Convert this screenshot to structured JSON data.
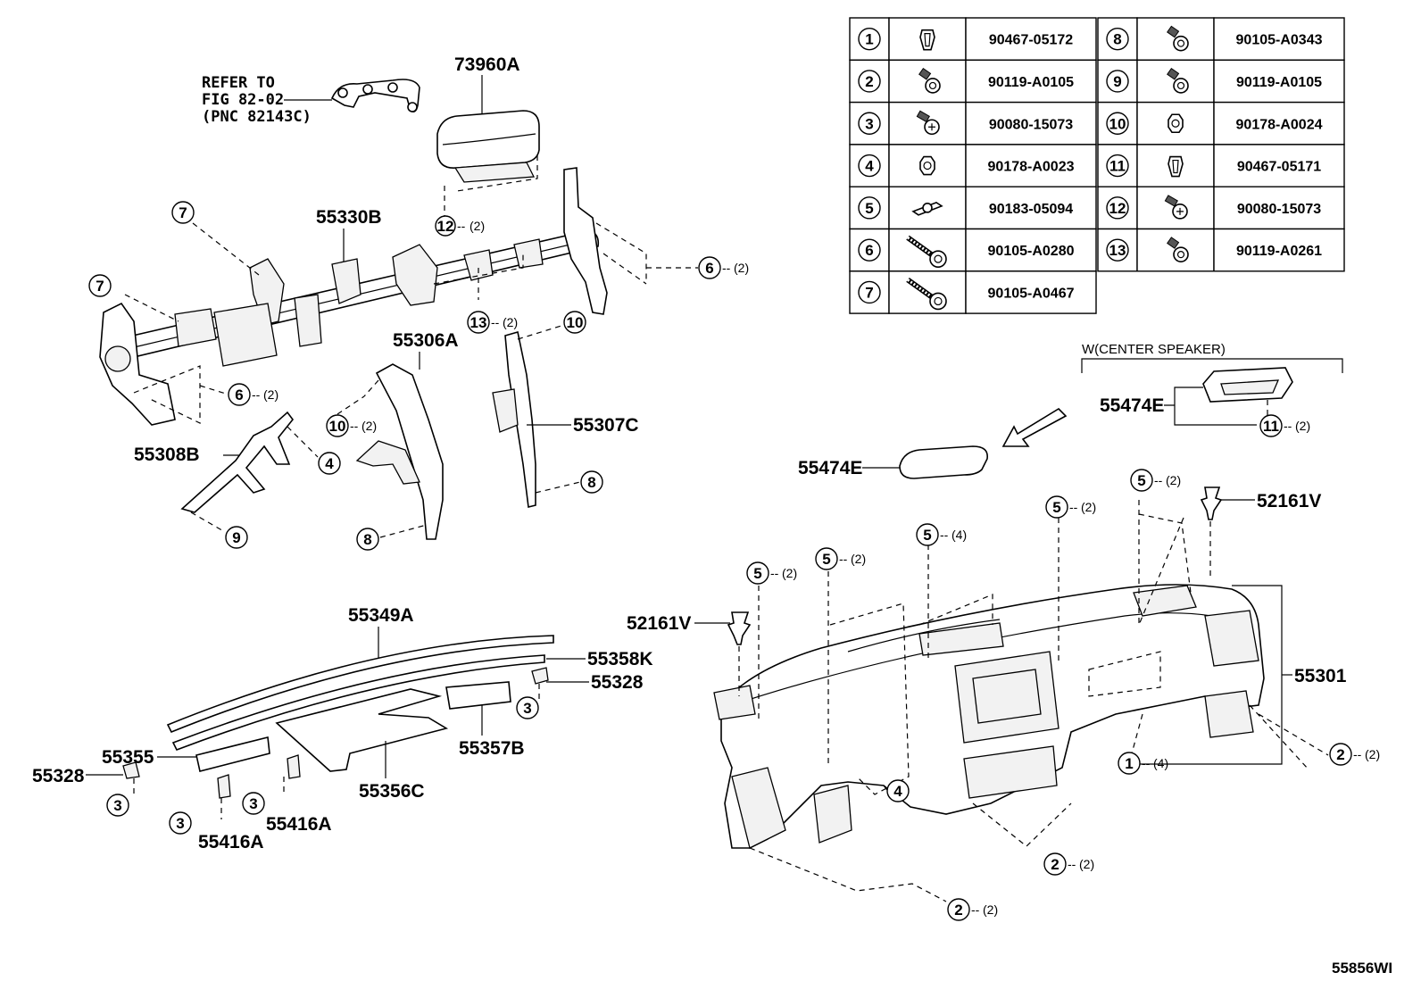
{
  "callouts": {
    "c1": "1",
    "c2": "2",
    "c3": "3",
    "c4": "4",
    "c5": "5",
    "c6": "6",
    "c7": "7",
    "c8": "8",
    "c9": "9",
    "c10": "10",
    "c11": "11",
    "c12": "12",
    "c13": "13"
  },
  "quantities": {
    "q2": "(2)",
    "q4": "(4)"
  },
  "labels": {
    "refer_line1": "REFER TO",
    "refer_line2": "FIG 82-02",
    "refer_line3": "(PNC 82143C)",
    "p73960A": "73960A",
    "p55330B": "55330B",
    "p55306A": "55306A",
    "p55307C": "55307C",
    "p55308B": "55308B",
    "p55349A": "55349A",
    "p55358K": "55358K",
    "p55328": "55328",
    "p55355": "55355",
    "p55357B": "55357B",
    "p55356C": "55356C",
    "p55416A": "55416A",
    "p52161V": "52161V",
    "p55474E": "55474E",
    "p55301": "55301",
    "center_speaker": "W(CENTER SPEAKER)",
    "figure_id": "55856WI"
  },
  "fastener_table": {
    "rows": [
      {
        "no": "1",
        "part": "90467-05172",
        "icon": "clip-icon"
      },
      {
        "no": "2",
        "part": "90119-A0105",
        "icon": "bolt-icon"
      },
      {
        "no": "3",
        "part": "90080-15073",
        "icon": "screw-icon"
      },
      {
        "no": "4",
        "part": "90178-A0023",
        "icon": "nut-icon"
      },
      {
        "no": "5",
        "part": "90183-05094",
        "icon": "clip-nut-icon"
      },
      {
        "no": "6",
        "part": "90105-A0280",
        "icon": "long-bolt-icon"
      },
      {
        "no": "7",
        "part": "90105-A0467",
        "icon": "long-bolt-icon"
      },
      {
        "no": "8",
        "part": "90105-A0343",
        "icon": "bolt-icon"
      },
      {
        "no": "9",
        "part": "90119-A0105",
        "icon": "bolt-icon"
      },
      {
        "no": "10",
        "part": "90178-A0024",
        "icon": "nut-icon"
      },
      {
        "no": "11",
        "part": "90467-05171",
        "icon": "clip-icon"
      },
      {
        "no": "12",
        "part": "90080-15073",
        "icon": "screw-icon"
      },
      {
        "no": "13",
        "part": "90119-A0261",
        "icon": "bolt-icon"
      }
    ]
  }
}
